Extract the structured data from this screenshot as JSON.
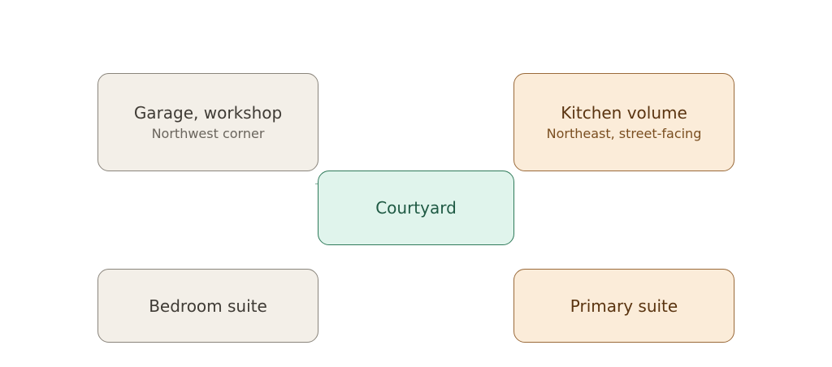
{
  "nodes": {
    "garage": {
      "title": "Garage, workshop",
      "subtitle": "Northwest corner"
    },
    "kitchen": {
      "title": "Kitchen volume",
      "subtitle": "Northeast, street-facing"
    },
    "courtyard": {
      "title": "Courtyard"
    },
    "bedroom": {
      "title": "Bedroom suite"
    },
    "primary": {
      "title": "Primary suite"
    }
  },
  "colors": {
    "neutral_fill": "#f3efe8",
    "warm_fill": "#fbecd9",
    "green_fill": "#e0f4ec"
  }
}
